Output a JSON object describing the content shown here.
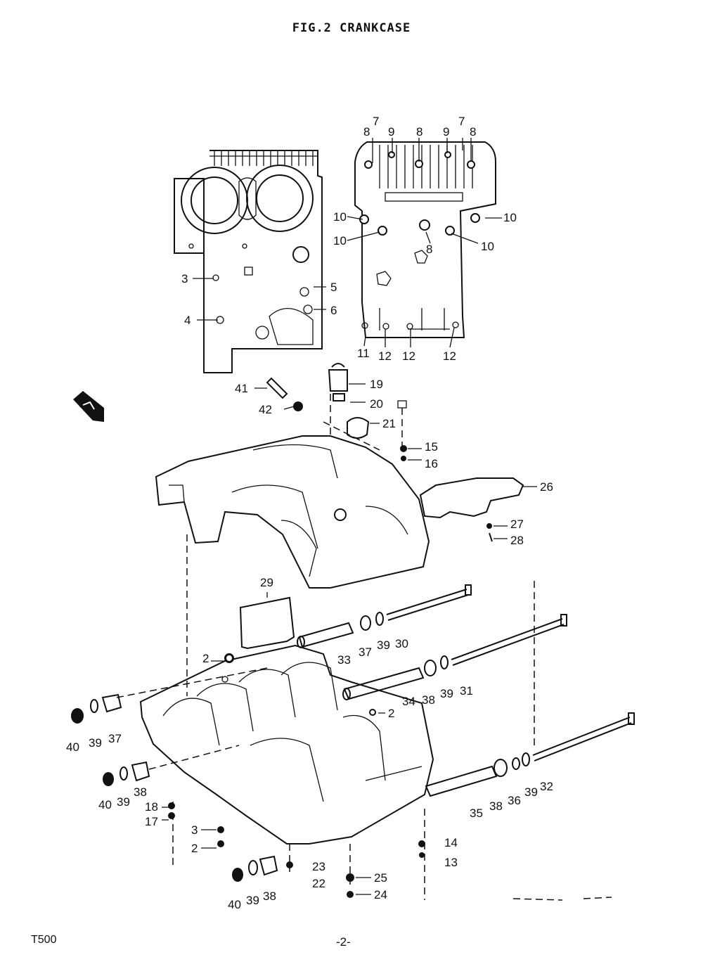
{
  "header": {
    "figure_title": "FIG.2  CRANKCASE"
  },
  "footer": {
    "model": "T500",
    "page_number": "-2-"
  },
  "callouts": [
    {
      "id": "c1",
      "text": "7"
    },
    {
      "id": "c2",
      "text": "8"
    },
    {
      "id": "c3",
      "text": "9"
    },
    {
      "id": "c4",
      "text": "8"
    },
    {
      "id": "c5",
      "text": "9"
    },
    {
      "id": "c6",
      "text": "7"
    },
    {
      "id": "c7",
      "text": "8"
    },
    {
      "id": "c8",
      "text": "10"
    },
    {
      "id": "c9",
      "text": "10"
    },
    {
      "id": "c10",
      "text": "10"
    },
    {
      "id": "c11",
      "text": "10"
    },
    {
      "id": "c12",
      "text": "8"
    },
    {
      "id": "c13",
      "text": "3"
    },
    {
      "id": "c14",
      "text": "5"
    },
    {
      "id": "c15",
      "text": "4"
    },
    {
      "id": "c16",
      "text": "6"
    },
    {
      "id": "c17",
      "text": "11"
    },
    {
      "id": "c18",
      "text": "12"
    },
    {
      "id": "c19",
      "text": "12"
    },
    {
      "id": "c20",
      "text": "12"
    },
    {
      "id": "c21",
      "text": "41"
    },
    {
      "id": "c22",
      "text": "19"
    },
    {
      "id": "c23",
      "text": "42"
    },
    {
      "id": "c24",
      "text": "20"
    },
    {
      "id": "c25",
      "text": "21"
    },
    {
      "id": "c26",
      "text": "15"
    },
    {
      "id": "c27",
      "text": "16"
    },
    {
      "id": "c28",
      "text": "26"
    },
    {
      "id": "c29",
      "text": "27"
    },
    {
      "id": "c30",
      "text": "28"
    },
    {
      "id": "c31",
      "text": "29"
    },
    {
      "id": "c32",
      "text": "2"
    },
    {
      "id": "c33",
      "text": "33"
    },
    {
      "id": "c34",
      "text": "37"
    },
    {
      "id": "c35",
      "text": "39"
    },
    {
      "id": "c36",
      "text": "30"
    },
    {
      "id": "c37",
      "text": "38"
    },
    {
      "id": "c38",
      "text": "39"
    },
    {
      "id": "c39",
      "text": "31"
    },
    {
      "id": "c40",
      "text": "34"
    },
    {
      "id": "c41",
      "text": "2"
    },
    {
      "id": "c42",
      "text": "40"
    },
    {
      "id": "c43",
      "text": "39"
    },
    {
      "id": "c44",
      "text": "37"
    },
    {
      "id": "c45",
      "text": "40"
    },
    {
      "id": "c46",
      "text": "39"
    },
    {
      "id": "c47",
      "text": "38"
    },
    {
      "id": "c48",
      "text": "18"
    },
    {
      "id": "c49",
      "text": "17"
    },
    {
      "id": "c50",
      "text": "3"
    },
    {
      "id": "c51",
      "text": "2"
    },
    {
      "id": "c52",
      "text": "35"
    },
    {
      "id": "c53",
      "text": "38"
    },
    {
      "id": "c54",
      "text": "36"
    },
    {
      "id": "c55",
      "text": "39"
    },
    {
      "id": "c56",
      "text": "32"
    },
    {
      "id": "c57",
      "text": "14"
    },
    {
      "id": "c58",
      "text": "13"
    },
    {
      "id": "c59",
      "text": "23"
    },
    {
      "id": "c60",
      "text": "22"
    },
    {
      "id": "c61",
      "text": "25"
    },
    {
      "id": "c62",
      "text": "24"
    },
    {
      "id": "c63",
      "text": "40"
    },
    {
      "id": "c64",
      "text": "39"
    },
    {
      "id": "c65",
      "text": "38"
    }
  ]
}
